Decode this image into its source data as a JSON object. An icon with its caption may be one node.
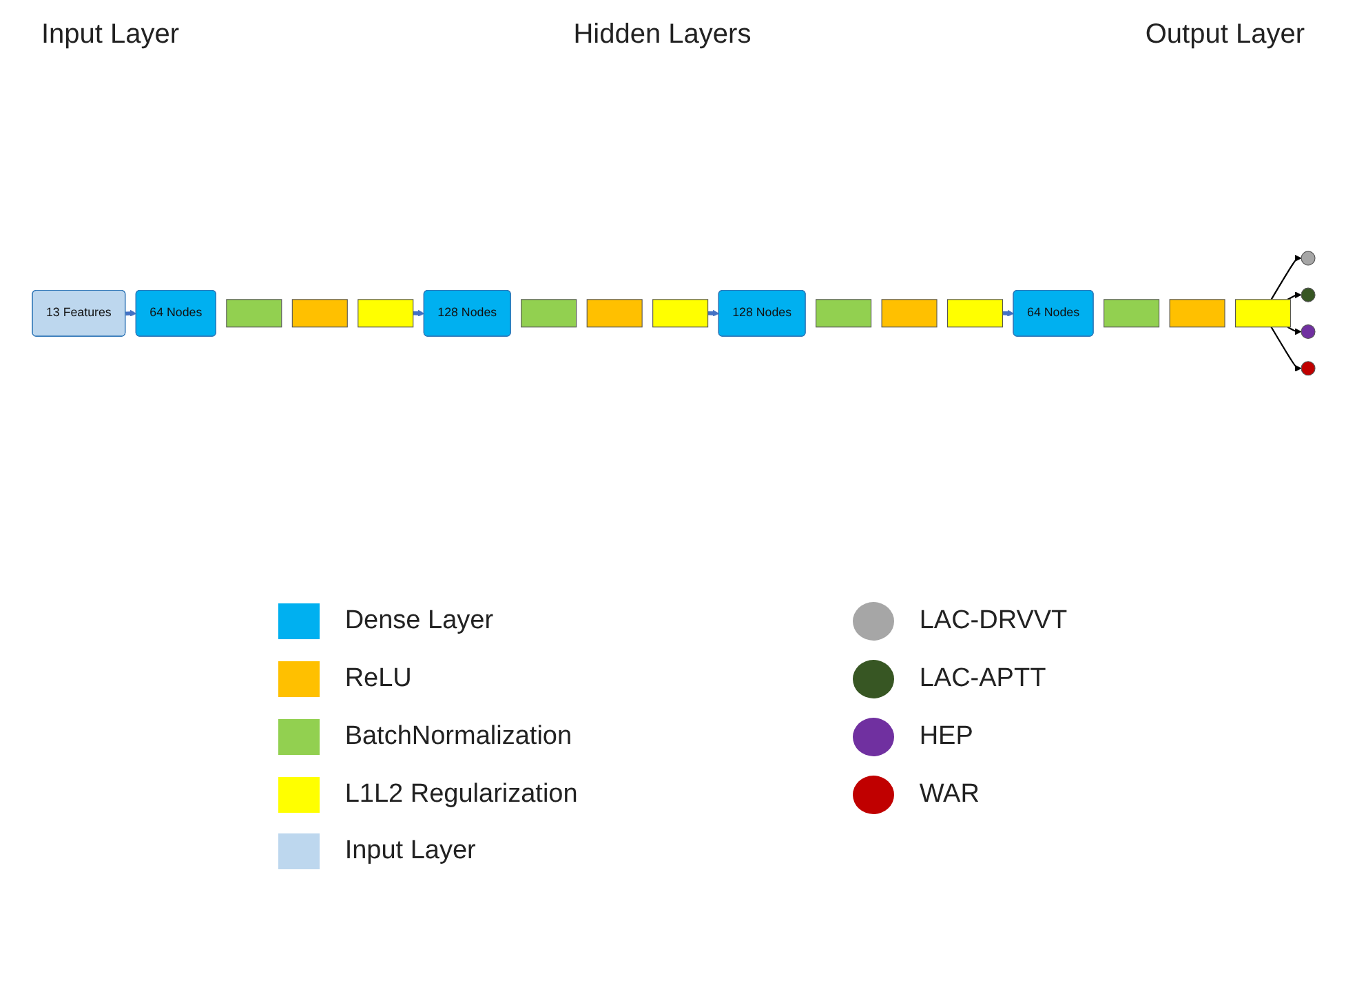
{
  "diagram": {
    "nodes": [
      {
        "text": [
          "13 Features"
        ]
      },
      {
        "text": [
          "64 Nodes"
        ]
      },
      {
        "text": [],
        "shape": "bar"
      },
      {
        "text": [],
        "shape": "bar"
      },
      {
        "text": [],
        "shape": "bar"
      },
      {
        "text": [
          "128 Nodes"
        ]
      },
      {
        "text": [],
        "shape": "bar"
      },
      {
        "text": [],
        "shape": "bar"
      },
      {
        "text": [],
        "shape": "bar"
      },
      {
        "text": [
          "128 Nodes"
        ]
      },
      {
        "text": [],
        "shape": "bar"
      },
      {
        "text": [],
        "shape": "bar"
      },
      {
        "text": [],
        "shape": "bar"
      },
      {
        "text": [
          "64 Nodes"
        ]
      },
      {
        "text": [],
        "shape": "bar"
      },
      {
        "text": [],
        "shape": "bar"
      },
      {
        "text": [],
        "shape": "bar"
      },
      {
        "text": [],
        "shape": "circle"
      },
      {
        "text": [],
        "shape": "circle"
      },
      {
        "text": [],
        "shape": "circle"
      },
      {
        "text": [],
        "shape": "circle"
      }
    ],
    "edges": [
      {
        "from": 0,
        "to": 1,
        "arrow": "to",
        "style": "thick",
        "color": "#4472c4"
      },
      {
        "from": 4,
        "to": 5,
        "arrow": "to",
        "style": "thick",
        "color": "#4472c4"
      },
      {
        "from": 8,
        "to": 9,
        "arrow": "to",
        "style": "thick",
        "color": "#4472c4"
      },
      {
        "from": 12,
        "to": 13,
        "arrow": "to",
        "style": "thick",
        "color": "#4472c4"
      },
      {
        "from": 16,
        "to": 17,
        "arrow": "to",
        "color": "#000000"
      },
      {
        "from": 16,
        "to": 18,
        "arrow": "to",
        "color": "#000000"
      },
      {
        "from": 16,
        "to": 19,
        "arrow": "to",
        "color": "#000000"
      },
      {
        "from": 16,
        "to": 20,
        "arrow": "to",
        "color": "#000000"
      }
    ],
    "labels": [
      "Input Layer",
      "Hidden Layers",
      "Output Layer"
    ],
    "legend": [
      {
        "text": "Dense Layer",
        "color": "#00b0f0"
      },
      {
        "text": "ReLU",
        "color": "#ffc000"
      },
      {
        "text": "BatchNormalization",
        "color": "#92d050"
      },
      {
        "text": "L1L2 Regularization",
        "color": "#ffff00"
      },
      {
        "text": "Input Layer",
        "color": "#bdd7ee"
      },
      {
        "text": "LAC-DRVVT",
        "color": "#a6a6a6"
      },
      {
        "text": "LAC-APTT",
        "color": "#375623"
      },
      {
        "text": "HEP",
        "color": "#7030a0"
      },
      {
        "text": "WAR",
        "color": "#c00000"
      }
    ]
  }
}
